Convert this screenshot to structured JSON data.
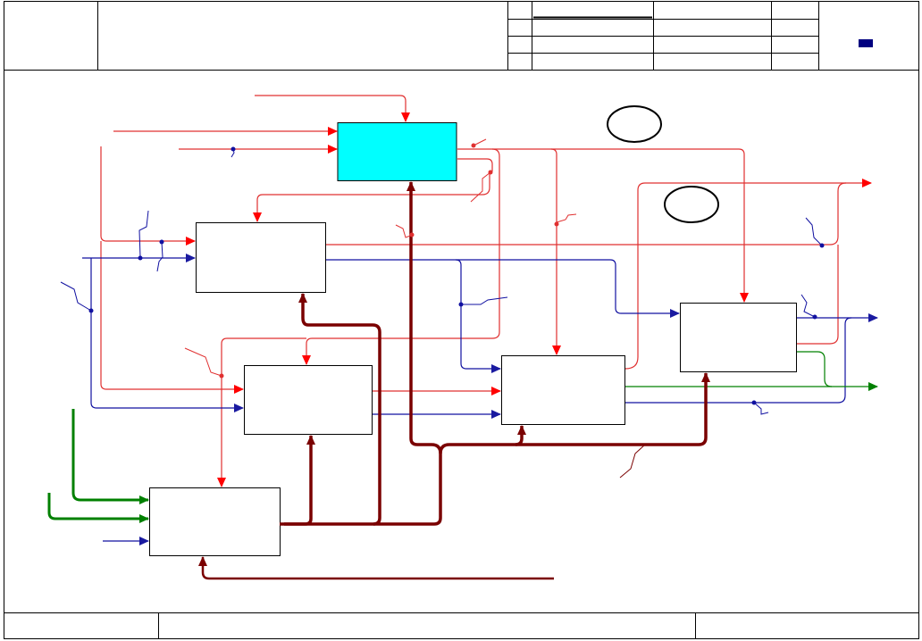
{
  "colors": {
    "frame": "#000000",
    "control": "#ff0000",
    "control_line": "#e03030",
    "input": "#1010a0",
    "input_arrow": "#1a1aa0",
    "output_green": "#008000",
    "mechanism": "#7a0000",
    "highlight_box": "#00ffff",
    "node_mark": "#000080"
  },
  "diagram": {
    "boxes": [
      {
        "id": "box-1",
        "highlighted": true
      },
      {
        "id": "box-2",
        "highlighted": false
      },
      {
        "id": "box-3",
        "highlighted": false
      },
      {
        "id": "box-4",
        "highlighted": false
      },
      {
        "id": "box-5",
        "highlighted": false
      },
      {
        "id": "box-6",
        "highlighted": false
      }
    ],
    "ovals": 2
  }
}
